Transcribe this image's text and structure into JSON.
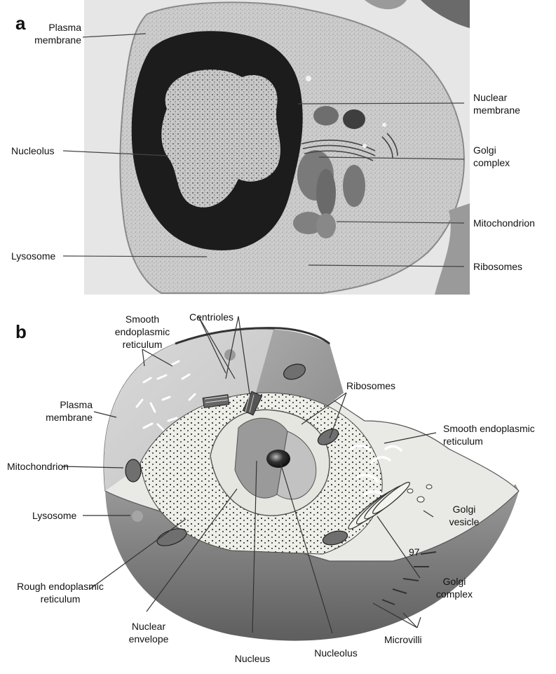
{
  "panel_a": {
    "letter": "a",
    "labels": {
      "plasma_membrane": "Plasma\nmembrane",
      "nucleolus": "Nucleolus",
      "lysosome": "Lysosome",
      "nuclear_membrane": "Nuclear\nmembrane",
      "golgi_complex": "Golgi\ncomplex",
      "mitochondrion": "Mitochondrion",
      "ribosomes": "Ribosomes"
    }
  },
  "panel_b": {
    "letter": "b",
    "labels": {
      "smooth_er_left": "Smooth\nendoplasmic\nreticulum",
      "centrioles": "Centrioles",
      "ribosomes": "Ribosomes",
      "plasma_membrane": "Plasma\nmembrane",
      "smooth_er_right": "Smooth endoplasmic\nreticulum",
      "mitochondrion": "Mitochondrion",
      "golgi_vesicle": "Golgi\nvesicle",
      "lysosome": "Lysosome",
      "figure_code": "97",
      "rough_er": "Rough endoplasmic\nreticulum",
      "golgi_complex": "Golgi\ncomplex",
      "microvilli": "Microvilli",
      "nuclear_envelope": "Nuclear\nenvelope",
      "nucleus": "Nucleus",
      "nucleolus": "Nucleolus"
    }
  },
  "colors": {
    "micrograph_bg": "#cfcfcf",
    "nucleus_dark": "#1c1c1c",
    "chromatin_light": "#c8c8c8",
    "cell_face": "#d6d6d6",
    "cell_side": "#8a8a8a",
    "line": "#333333"
  }
}
